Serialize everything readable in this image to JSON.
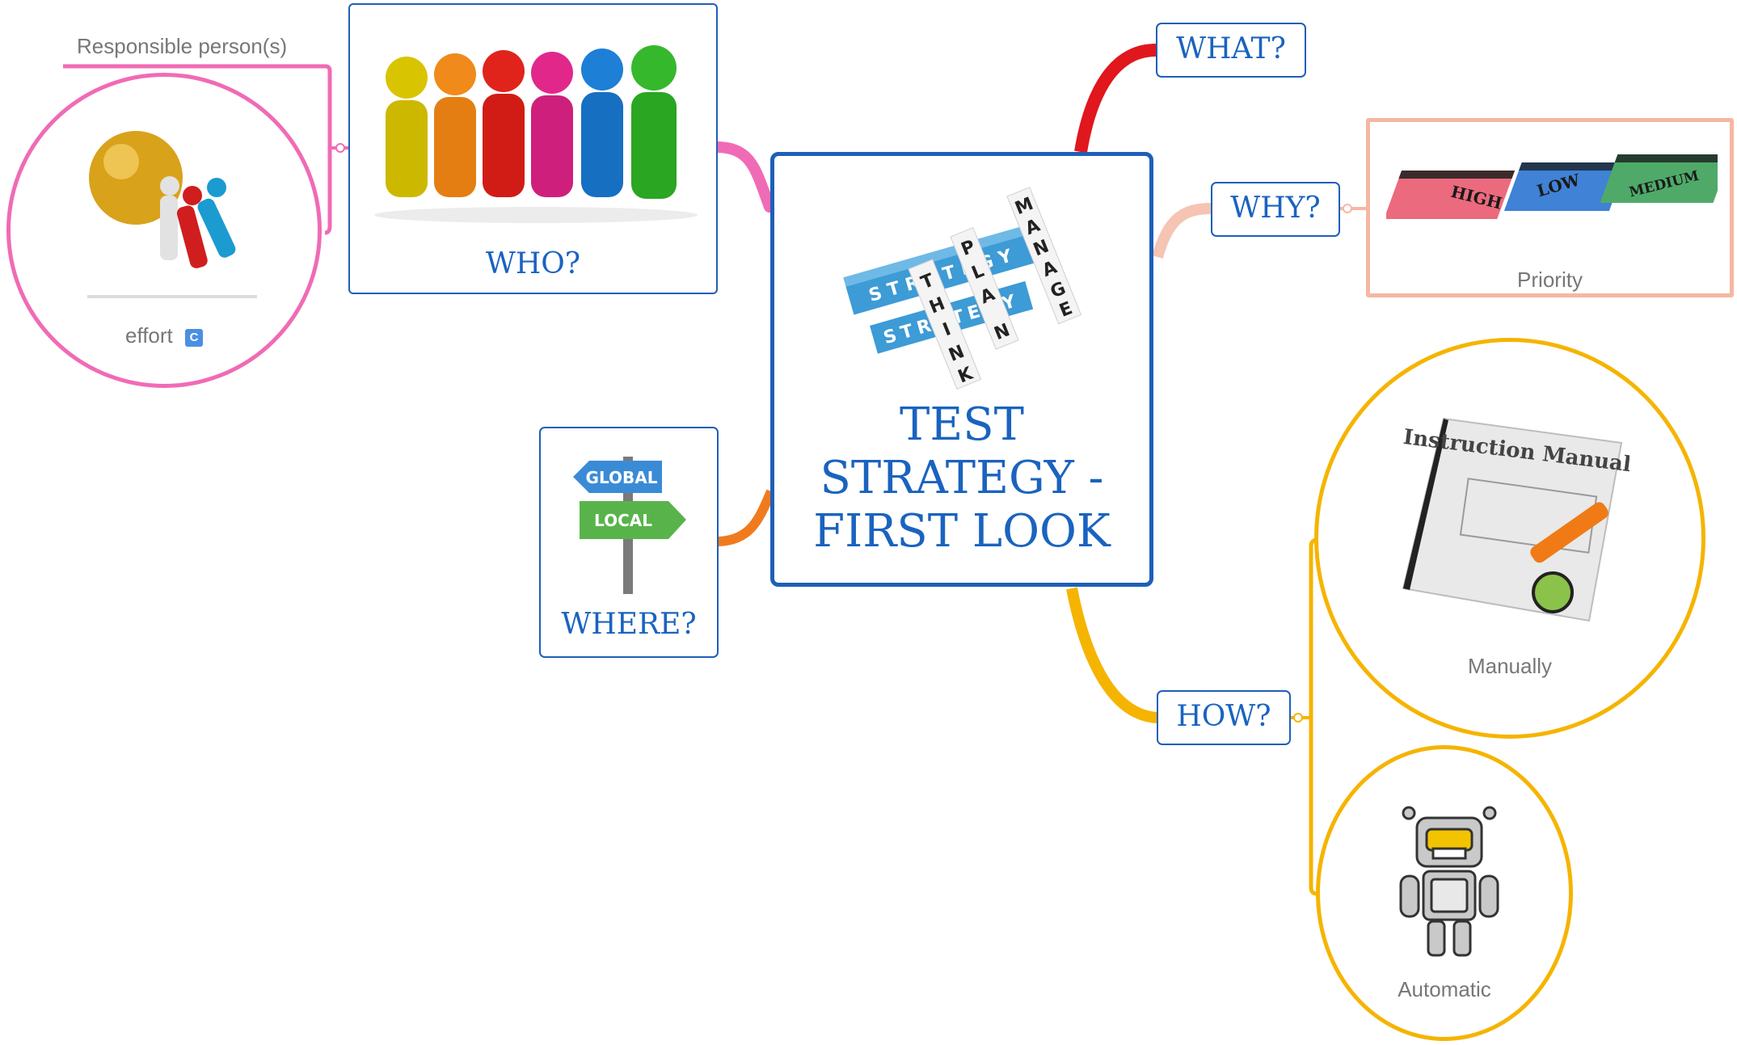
{
  "central": {
    "title": "TEST STRATEGY - FIRST LOOK",
    "title_lines": [
      "TEST",
      "STRATEGY -",
      "FIRST LOOK"
    ]
  },
  "branches": {
    "who": "WHO?",
    "what": "WHAT?",
    "why": "WHY?",
    "where": "WHERE?",
    "how": "HOW?"
  },
  "who_children": {
    "responsible_label": "Responsible person(s)",
    "effort_label": "effort",
    "effort_badge": "C"
  },
  "why_children": {
    "priority_label": "Priority",
    "cards": [
      "HIGH",
      "LOW",
      "MEDIUM"
    ]
  },
  "where_sign": {
    "top": "GLOBAL",
    "bottom": "LOCAL"
  },
  "how_children": {
    "manually_label": "Manually",
    "automatic_label": "Automatic",
    "manual_book_title": "Instruction Manual"
  },
  "words": [
    "STRATEGY",
    "THINK",
    "PLAN",
    "MANAGE"
  ],
  "colors": {
    "who_branch": "#f06bb5",
    "what_branch": "#e0171d",
    "why_branch": "#f5b7a2",
    "where_branch": "#f07b1f",
    "how_branch": "#f5b400",
    "node_border": "#1f5fb8",
    "text_blue": "#1a63bf"
  },
  "icons": [
    "team-people-icon",
    "pushing-ball-icon",
    "priority-cards-icon",
    "global-local-sign-icon",
    "strategy-word-cubes-icon",
    "instruction-manual-icon",
    "robot-icon",
    "topic-collapse-icon"
  ]
}
